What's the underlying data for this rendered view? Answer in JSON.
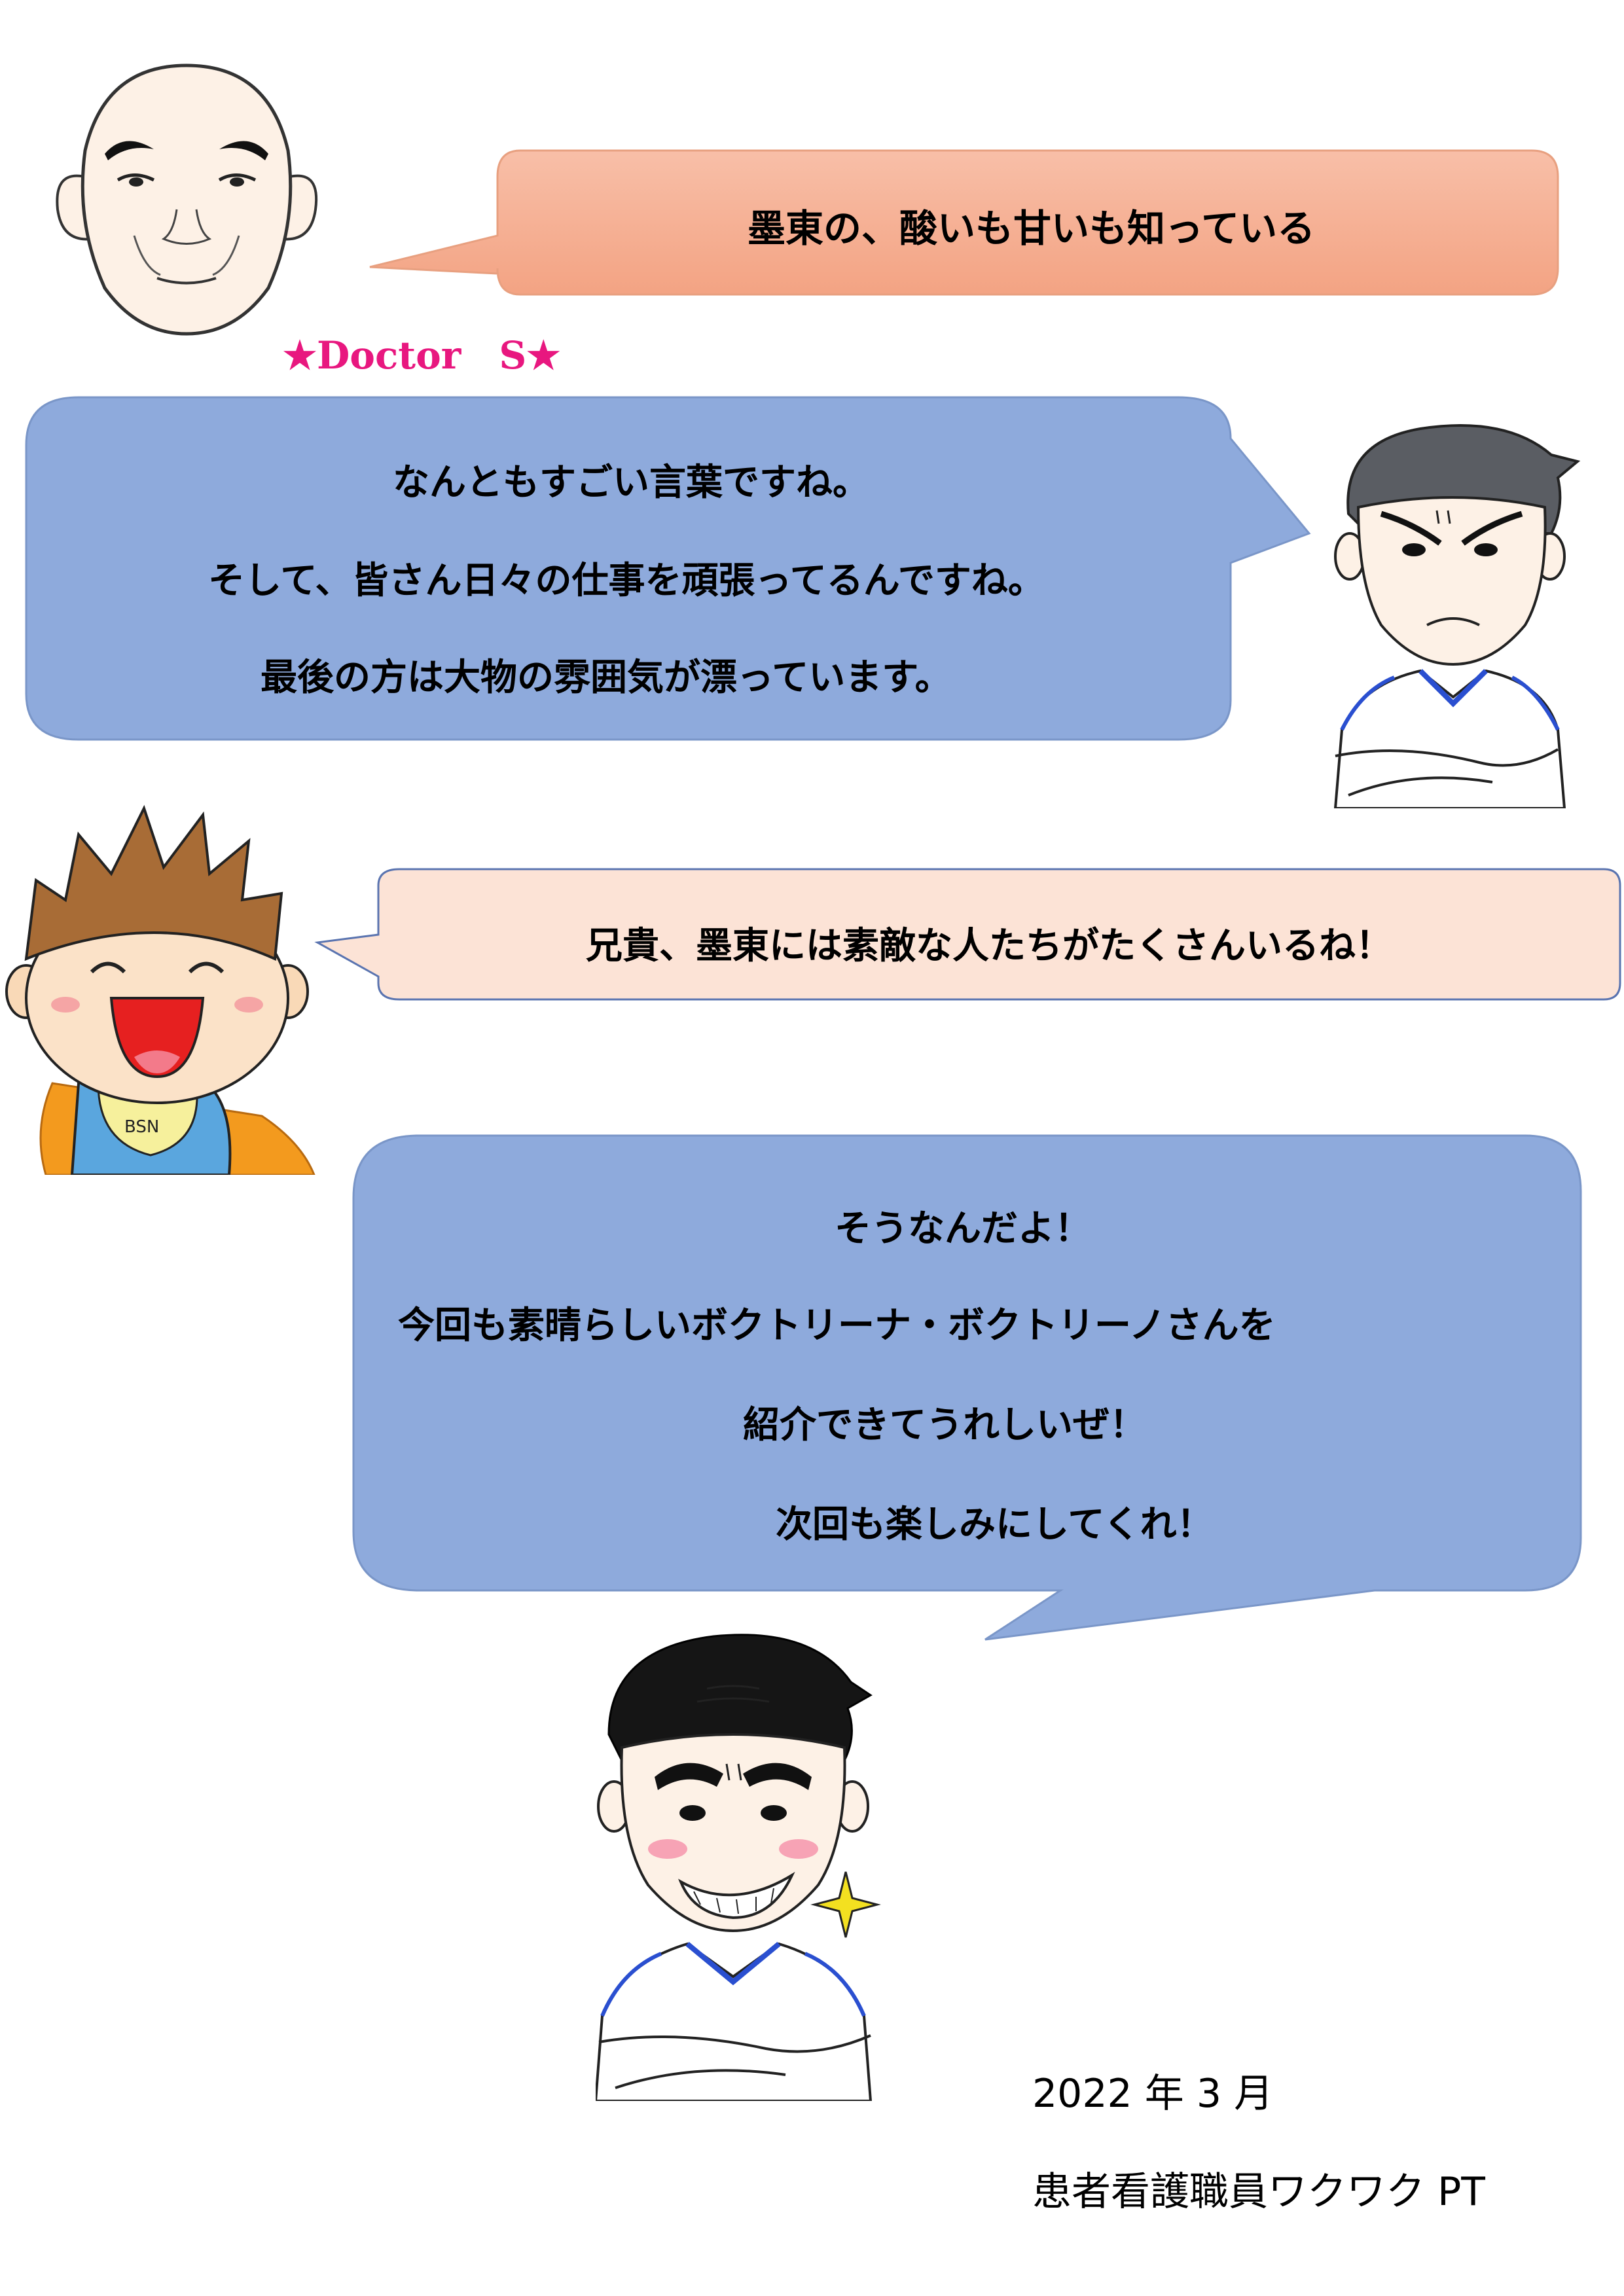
{
  "bubbles": {
    "doctor": {
      "lines": [
        "墨東の、酸いも甘いも知っている"
      ]
    },
    "senior": {
      "lines": [
        "なんともすごい言葉ですね。",
        "そして、皆さん日々の仕事を頑張ってるんですね。",
        "最後の方は大物の雰囲気が漂っています。"
      ]
    },
    "kid": {
      "lines": [
        "兄貴、墨東には素敵な人たちがたくさんいるね！"
      ]
    },
    "junior": {
      "lines": [
        "そうなんだよ！",
        "今回も素晴らしいボクトリーナ・ボクトリーノさんを",
        "紹介できてうれしいぜ！",
        "次回も楽しみにしてくれ！"
      ]
    }
  },
  "doctor_label": "★Doctor　S★",
  "kid_bib_text": "BSN",
  "footer": {
    "date": "2022 年 3 月",
    "team": "患者看護職員ワクワク PT"
  },
  "colors": {
    "peach_bubble": "#f6b096",
    "blue_bubble": "#8eaadc",
    "cream_bubble": "#fce3d6",
    "accent_pink": "#e8177f"
  }
}
